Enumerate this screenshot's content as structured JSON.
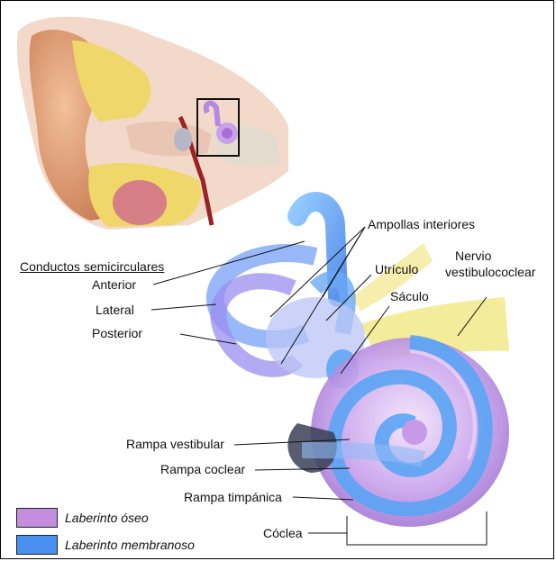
{
  "labels": {
    "heading": "Conductos semicirculares",
    "anterior": "Anterior",
    "lateral": "Lateral",
    "posterior": "Posterior",
    "ampollas": "Ampollas interiores",
    "utriculo": "Utrículo",
    "saculo": "Sáculo",
    "nervio_line1": "Nervio",
    "nervio_line2": "vestibulococlear",
    "rampa_vestibular": "Rampa vestibular",
    "rampa_coclear": "Rampa coclear",
    "rampa_timpanica": "Rampa timpánica",
    "coclea": "Cóclea"
  },
  "legend": [
    {
      "text": "Laberinto óseo",
      "color": "#c58de0"
    },
    {
      "text": "Laberinto membranoso",
      "color": "#4a90f0"
    }
  ],
  "colors": {
    "bony": "#c9a2ec",
    "membranous": "#5aa4f4",
    "nerve": "#f1e98a",
    "skin": "#e6a57d",
    "bone": "#f0d76a"
  }
}
